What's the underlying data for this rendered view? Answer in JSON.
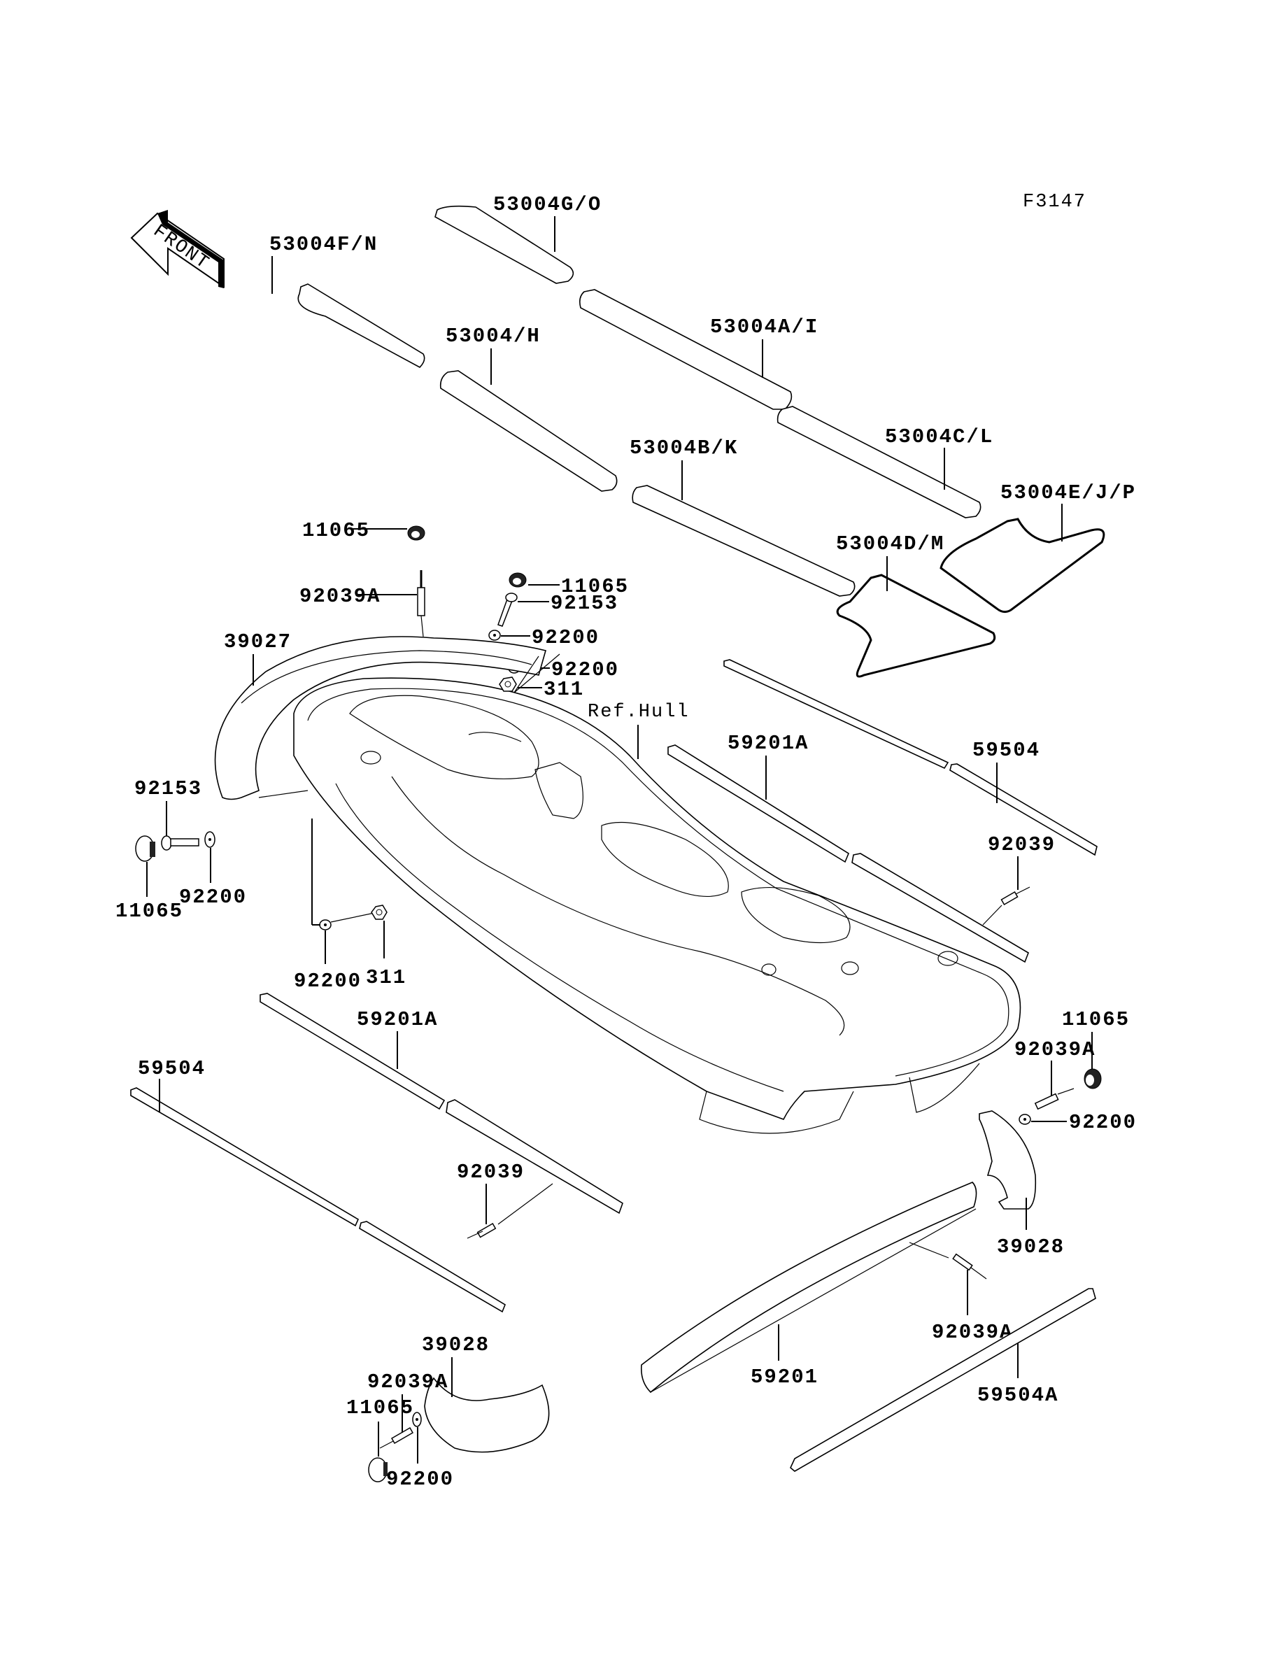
{
  "figure": {
    "code": "F3147",
    "orientation_label": "FRONT",
    "reference_label": "Ref.Hull"
  },
  "mats": [
    {
      "part": "53004G/O"
    },
    {
      "part": "53004F/N"
    },
    {
      "part": "53004/H"
    },
    {
      "part": "53004A/I"
    },
    {
      "part": "53004B/K"
    },
    {
      "part": "53004C/L"
    },
    {
      "part": "53004E/J/P"
    },
    {
      "part": "53004D/M"
    }
  ],
  "callouts": {
    "cap_top": "11065",
    "rivet_top": "92039A",
    "cap_mid": "11065",
    "bolt_mid": "92153",
    "washer_mid1": "92200",
    "washer_mid2": "92200",
    "nut_mid": "311",
    "bumper_front": "39027",
    "bolt_left": "92153",
    "washer_left": "92200",
    "cap_left": "11065",
    "washer_lower": "92200",
    "nut_lower": "311",
    "rail_right_upper": "59201A",
    "strip_right_upper": "59504",
    "rivet_right_upper": "92039",
    "cap_right": "11065",
    "rivet_right": "92039A",
    "washer_right": "92200",
    "rail_left_lower": "59201A",
    "strip_left_lower": "59504",
    "rivet_left_lower": "92039",
    "bumper_rear_right": "39028",
    "rivet_rear_right": "92039A",
    "rail_rear": "59201",
    "strip_rear": "59504A",
    "bumper_rear_left": "39028",
    "rivet_rear_left": "92039A",
    "cap_rear_left": "11065",
    "washer_rear_left": "92200"
  }
}
